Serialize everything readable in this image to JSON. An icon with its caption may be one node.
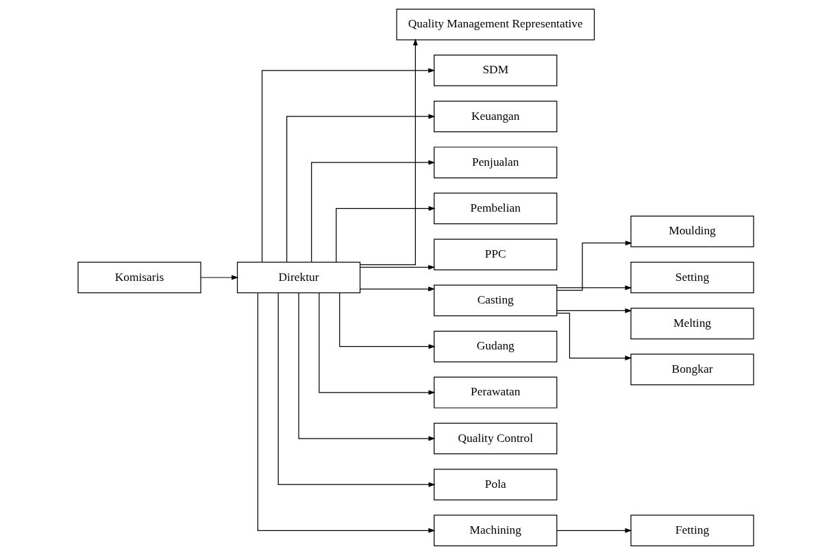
{
  "diagram": {
    "nodes": [
      {
        "text": [
          "Komisaris"
        ]
      },
      {
        "text": [
          "Direktur"
        ]
      },
      {
        "text": [
          "Quality Management Representative"
        ]
      },
      {
        "text": [
          "SDM"
        ]
      },
      {
        "text": [
          "Keuangan"
        ]
      },
      {
        "text": [
          "Penjualan"
        ]
      },
      {
        "text": [
          "Pembelian"
        ]
      },
      {
        "text": [
          "PPC"
        ]
      },
      {
        "text": [
          "Casting"
        ]
      },
      {
        "text": [
          "Gudang"
        ]
      },
      {
        "text": [
          "Perawatan"
        ]
      },
      {
        "text": [
          "Quality Control"
        ]
      },
      {
        "text": [
          "Pola"
        ]
      },
      {
        "text": [
          "Machining"
        ]
      },
      {
        "text": [
          "Moulding"
        ]
      },
      {
        "text": [
          "Setting"
        ]
      },
      {
        "text": [
          "Melting"
        ]
      },
      {
        "text": [
          "Bongkar"
        ]
      },
      {
        "text": [
          "Fetting"
        ]
      }
    ],
    "edges": [
      {
        "from": 0,
        "to": 1,
        "arrow": "to"
      },
      {
        "from": 1,
        "to": 2,
        "arrow": "to"
      },
      {
        "from": 1,
        "to": 3,
        "arrow": "to"
      },
      {
        "from": 1,
        "to": 4,
        "arrow": "to"
      },
      {
        "from": 1,
        "to": 5,
        "arrow": "to"
      },
      {
        "from": 1,
        "to": 6,
        "arrow": "to"
      },
      {
        "from": 1,
        "to": 7,
        "arrow": "to"
      },
      {
        "from": 1,
        "to": 8,
        "arrow": "to"
      },
      {
        "from": 1,
        "to": 9,
        "arrow": "to"
      },
      {
        "from": 1,
        "to": 10,
        "arrow": "to"
      },
      {
        "from": 1,
        "to": 11,
        "arrow": "to"
      },
      {
        "from": 1,
        "to": 12,
        "arrow": "to"
      },
      {
        "from": 1,
        "to": 13,
        "arrow": "to"
      },
      {
        "from": 8,
        "to": 14,
        "arrow": "to"
      },
      {
        "from": 8,
        "to": 15,
        "arrow": "to"
      },
      {
        "from": 8,
        "to": 16,
        "arrow": "to"
      },
      {
        "from": 8,
        "to": 17,
        "arrow": "to"
      },
      {
        "from": 13,
        "to": 18,
        "arrow": "to"
      }
    ]
  }
}
